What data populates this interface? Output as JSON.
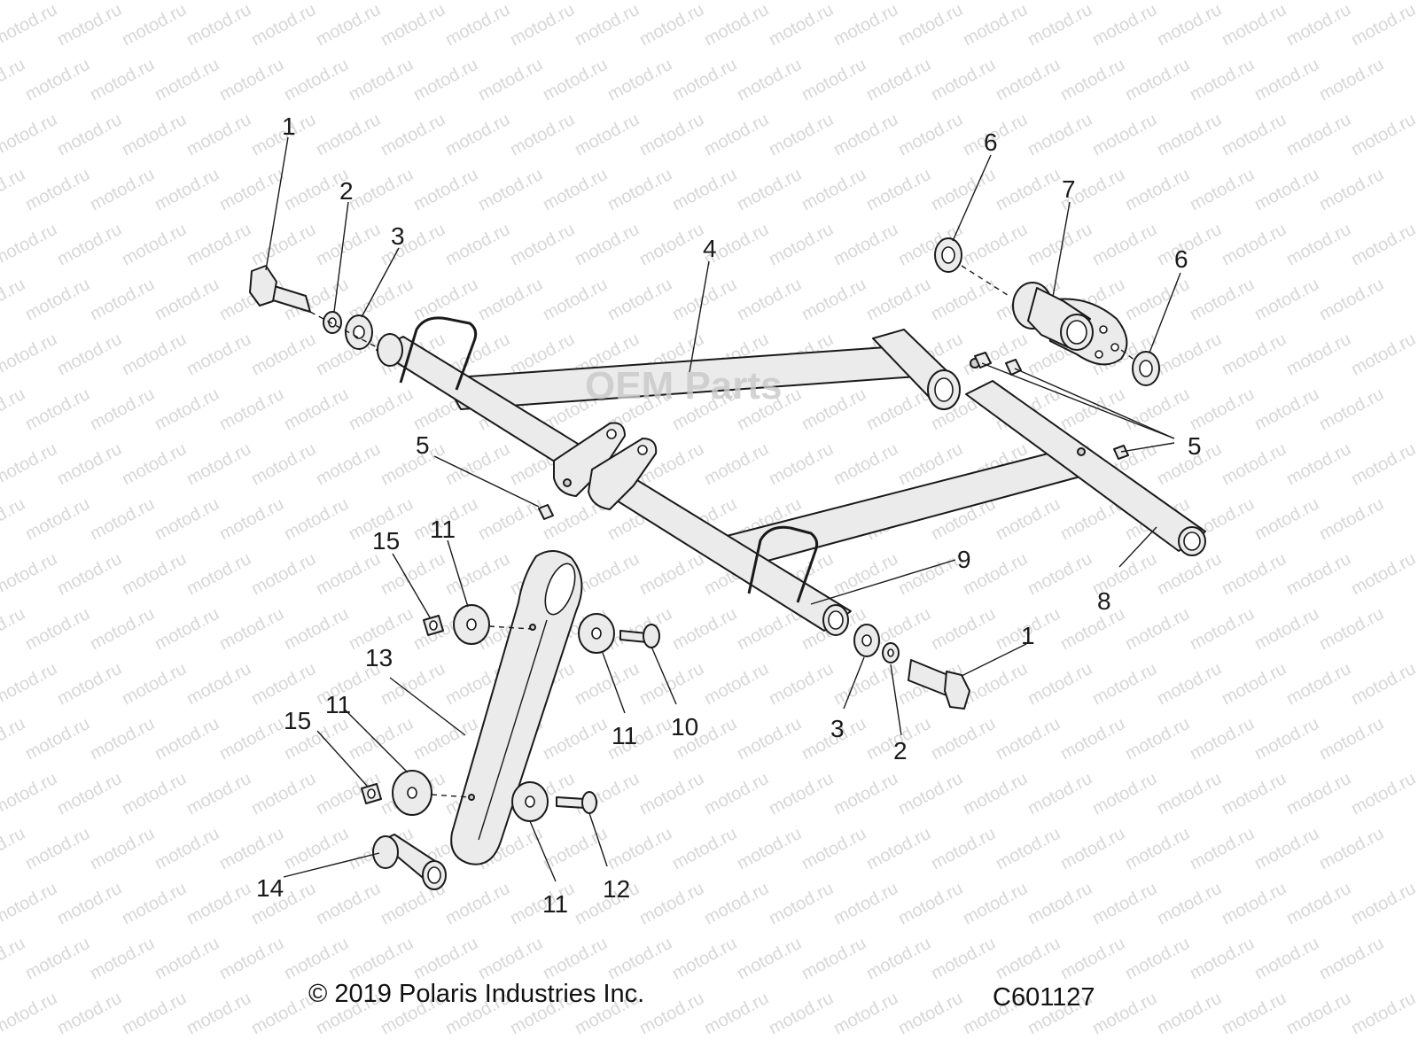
{
  "watermark": {
    "text": "motod.ru"
  },
  "logo_watermark": {
    "text": "OEM Parts"
  },
  "callouts": {
    "c1_left": "1",
    "c2_left": "2",
    "c3_left": "3",
    "c4": "4",
    "c5_left": "5",
    "c5_right": "5",
    "c6_top": "6",
    "c6_right": "6",
    "c7": "7",
    "c8": "8",
    "c9": "9",
    "c10": "10",
    "c11_a": "11",
    "c11_b": "11",
    "c11_c": "11",
    "c11_d": "11",
    "c12": "12",
    "c13": "13",
    "c14": "14",
    "c15_a": "15",
    "c15_b": "15",
    "c1_right": "1",
    "c2_right": "2",
    "c3_right": "3"
  },
  "footer": {
    "copyright": "© 2019 Polaris Industries Inc.",
    "drawing_number": "C601127"
  },
  "colors": {
    "line": "#1a1a1a",
    "part_fill": "#ebebeb",
    "watermark": "#d7d7d7"
  }
}
